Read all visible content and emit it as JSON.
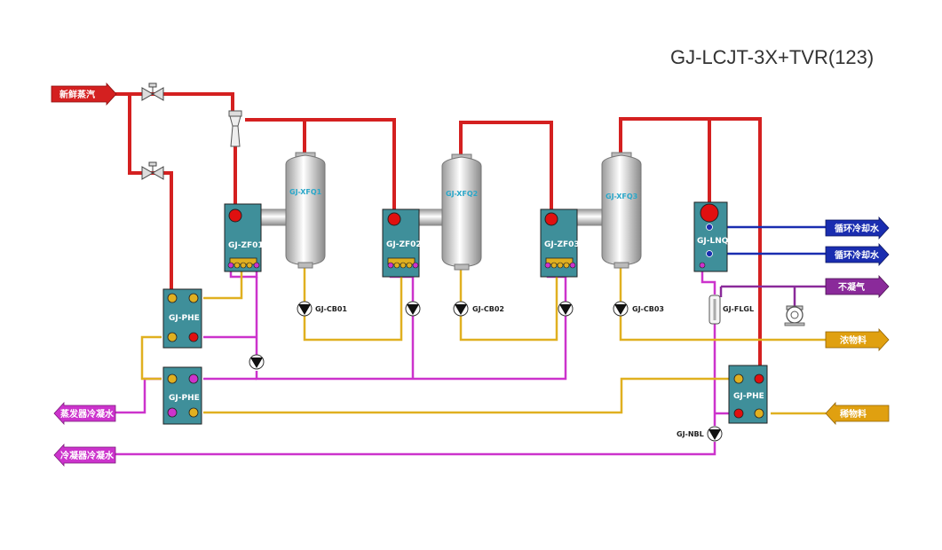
{
  "title": "GJ-LCJT-3X+TVR(123)",
  "colors": {
    "steam": "#d42020",
    "condensate": "#cc33cc",
    "product": "#e0b020",
    "cooling": "#1a2db0",
    "noncondensable": "#8a2a9a",
    "exchanger": "#3f8f9a"
  },
  "flows": {
    "fresh_steam": "新鲜蒸汽",
    "cooling_water_in": "循环冷却水",
    "cooling_water_out": "循环冷却水",
    "noncondensable": "不凝气",
    "concentrate": "浓物料",
    "feed": "稀物料",
    "evaporator_condensate": "蒸发器冷凝水",
    "condenser_condensate": "冷凝器冷凝水"
  },
  "equipment": {
    "zf01": "GJ-ZF01",
    "zf02": "GJ-ZF02",
    "zf03": "GJ-ZF03",
    "xfq1": "GJ-XFQ1",
    "xfq2": "GJ-XFQ2",
    "xfq3": "GJ-XFQ3",
    "lnq": "GJ-LNQ",
    "phe_top": "GJ-PHE",
    "phe_bottom": "GJ-PHE",
    "phe_right": "GJ-PHE",
    "cb01": "GJ-CB01",
    "cb02": "GJ-CB02",
    "cb03": "GJ-CB03",
    "flgl": "GJ-FLGL",
    "nbl": "GJ-NBL"
  }
}
